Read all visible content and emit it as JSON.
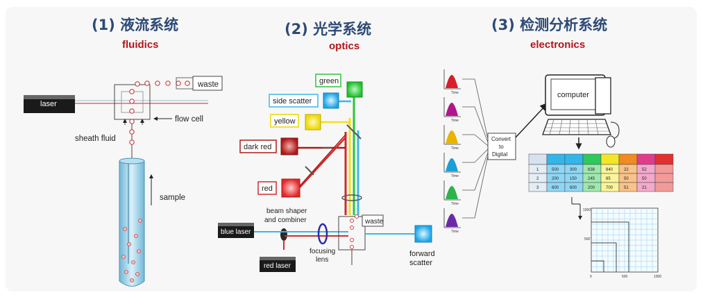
{
  "sections": [
    {
      "title": "(1) 液流系统",
      "subtitle": "fluidics"
    },
    {
      "title": "(2) 光学系统",
      "subtitle": "optics"
    },
    {
      "title": "(3) 检测分析系统",
      "subtitle": "electronics"
    }
  ],
  "fluidics": {
    "laser": "laser",
    "waste": "waste",
    "flow_cell": "flow cell",
    "sheath_fluid": "sheath fluid",
    "sample": "sample"
  },
  "optics": {
    "green": "green",
    "side_scatter": "side scatter",
    "yellow": "yellow",
    "dark_red": "dark red",
    "red": "red",
    "beam_shaper_1": "beam shaper",
    "beam_shaper_2": "and combiner",
    "blue_laser": "blue laser",
    "red_laser": "red laser",
    "focusing_1": "focusing",
    "focusing_2": "lens",
    "waste": "waste",
    "forward_1": "forward",
    "forward_2": "scatter"
  },
  "electronics": {
    "computer": "computer",
    "convert_1": "Convert",
    "convert_2": "to",
    "convert_3": "Digital",
    "time_label": "Time",
    "peak_colors": [
      "#d81e2a",
      "#b1148c",
      "#e8b400",
      "#1aa0d8",
      "#2db34a",
      "#6a2aa8"
    ],
    "table_header_colors": [
      "#d6e2f0",
      "#33b5e8",
      "#33b5e8",
      "#2ec95a",
      "#f3e528",
      "#f08a22",
      "#e03c8c",
      "#e23030"
    ],
    "table_row_colors": [
      "#e4ecf4",
      "#8fd6f4",
      "#8fd6f4",
      "#9ee8ae",
      "#fbf49a",
      "#f8c28a",
      "#f2a9cc",
      "#f29a9a"
    ],
    "table_rows": [
      [
        "1",
        "500",
        "300",
        "638",
        "840",
        "22",
        "52"
      ],
      [
        "2",
        "200",
        "150",
        "245",
        "85",
        "50",
        "50"
      ],
      [
        "3",
        "600",
        "600",
        "200",
        "700",
        "51",
        "21"
      ]
    ],
    "plot_ticks": [
      "0",
      "500",
      "1000"
    ],
    "plot_ylabel_top": "1000",
    "plot_ylabel_mid": "500"
  }
}
